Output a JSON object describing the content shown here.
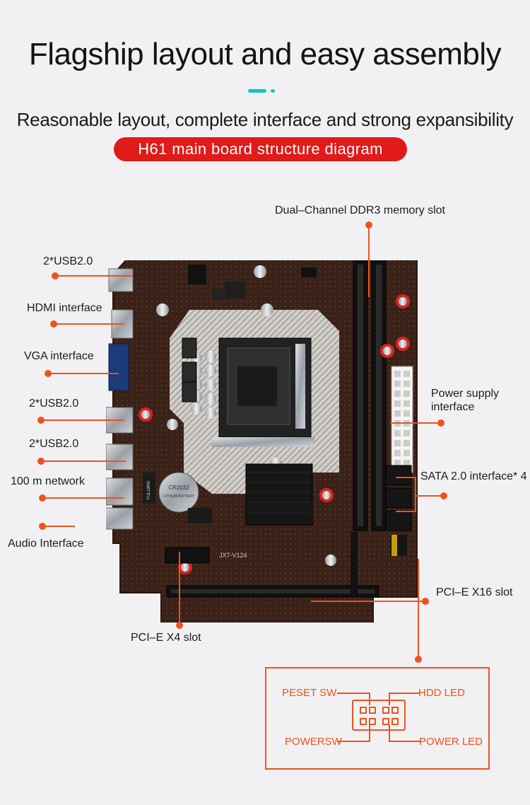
{
  "header": {
    "title": "Flagship layout and easy assembly",
    "subtitle": "Reasonable layout, complete interface and strong expansibility",
    "badge": "H61 main board structure diagram"
  },
  "colors": {
    "background": "#f1f1f3",
    "accent_teal": "#0ec6c8",
    "badge_red": "#e11a1a",
    "callout_orange": "#f0521c",
    "pcb_brown": "#3a2218"
  },
  "callouts": {
    "usb_top": "2*USB2.0",
    "hdmi": "HDMI interface",
    "vga": "VGA interface",
    "usb_mid": "2*USB2.0",
    "usb_low": "2*USB2.0",
    "network": "100 m network",
    "audio": "Audio Interface",
    "memory": "Dual–Channel DDR3 memory slot",
    "power": "Power supply\ninterface",
    "power_line1": "Power supply",
    "power_line2": "interface",
    "sata": "SATA 2.0 interface* 4",
    "pcie16": "PCI–E X16 slot",
    "pcie4": "PCI–E X4 slot"
  },
  "board_marks": {
    "cmos_battery": "CR2032",
    "battery_sub": "LITHIUM BATTERY",
    "model_code": "JX7-V124",
    "choke_text": "FULLWIN"
  },
  "front_panel": {
    "reset": "PESET SW",
    "hdd": "HDD LED",
    "power_sw": "POWERSW",
    "power_led": "POWER LED"
  }
}
